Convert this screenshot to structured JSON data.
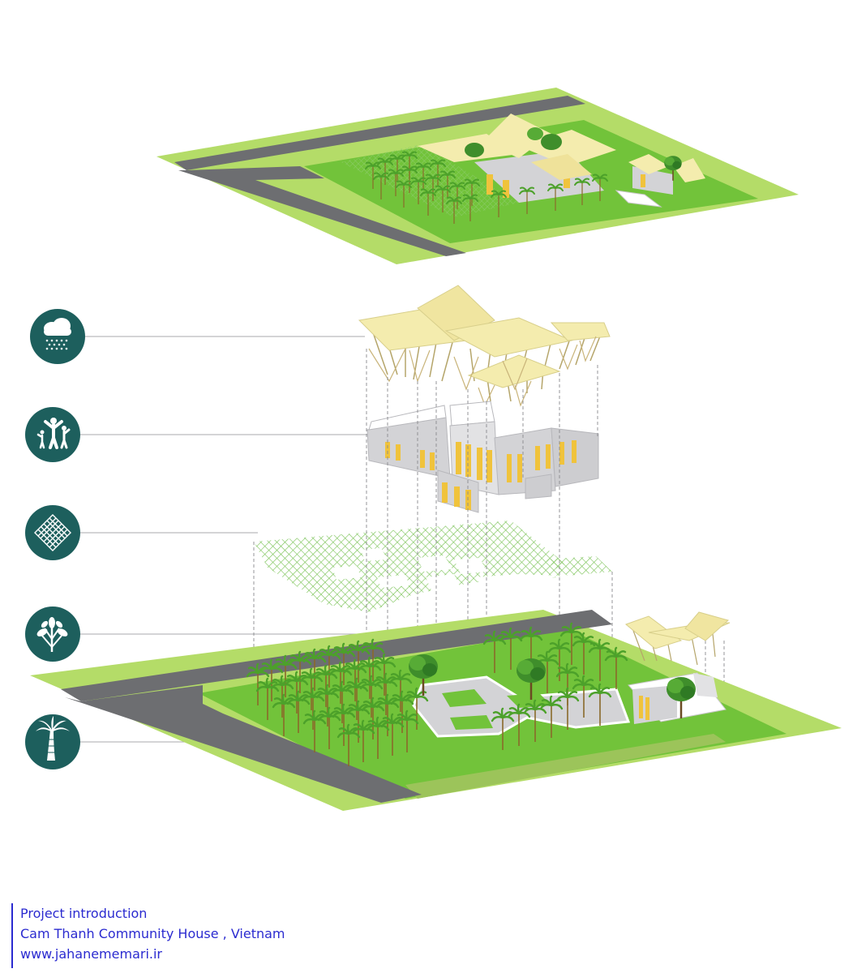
{
  "layers": [
    {
      "name": "roof",
      "icon": "rain-cloud-icon"
    },
    {
      "name": "walls",
      "icon": "family-icon"
    },
    {
      "name": "lattice-floor",
      "icon": "lattice-grid-icon"
    },
    {
      "name": "plants",
      "icon": "leafy-plant-icon"
    },
    {
      "name": "coconut-trees",
      "icon": "palm-tree-icon"
    }
  ],
  "colors": {
    "icon_circle": "#1d5f5d",
    "grass": "#72c33a",
    "grass_light": "#b4dc68",
    "road": "#6d6e71",
    "roof": "#f4ecae",
    "wall": "#d3d3d6",
    "window": "#f0c33c",
    "lattice": "#7dc45a",
    "caption": "#2b2bd0"
  },
  "caption": {
    "line1": "Project introduction",
    "line2": "Cam Thanh Community House , Vietnam",
    "line3": "www.jahanememari.ir"
  }
}
